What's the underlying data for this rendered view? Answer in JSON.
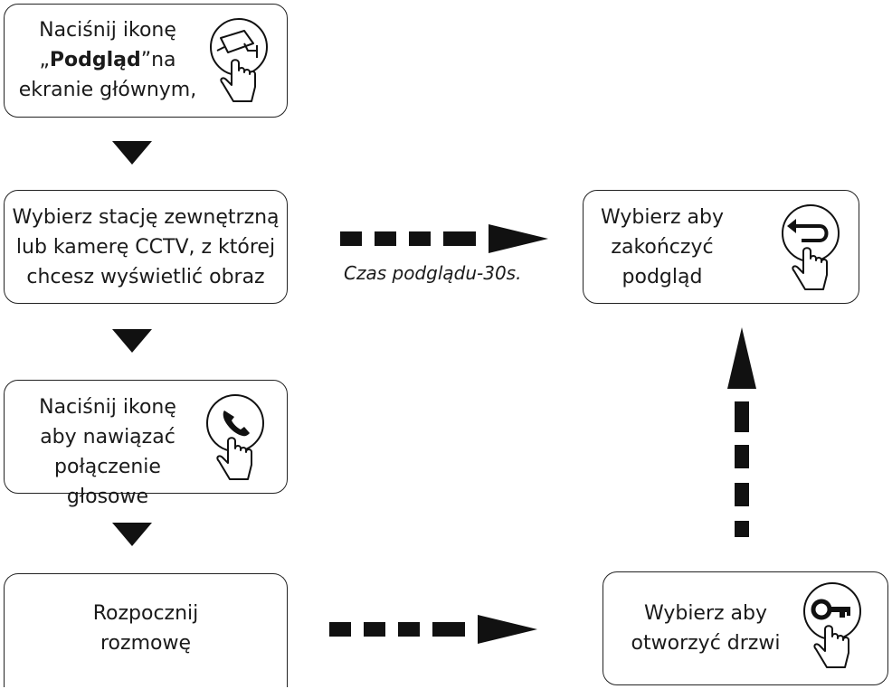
{
  "steps": {
    "step1": {
      "line1": "Naciśnij ikonę",
      "quote_open": "„",
      "bold": "Podgląd",
      "quote_close": "”na",
      "line3": "ekranie głównym,"
    },
    "step2": {
      "line1": "Wybierz stację zewnętrzną",
      "line2": "lub kamerę CCTV, z której",
      "line3": "chcesz wyświetlić obraz"
    },
    "step3": {
      "line1": "Naciśnij ikonę",
      "line2": "aby nawiązać",
      "line3": "połączenie głosowe"
    },
    "step4": {
      "line1": "Rozpocznij",
      "line2": "rozmowę"
    },
    "end_preview": {
      "line1": "Wybierz aby",
      "line2": "zakończyć",
      "line3": "podgląd"
    },
    "open_door": {
      "line1": "Wybierz aby",
      "line2": "otworzyć drzwi"
    }
  },
  "caption": "Czas podglądu-30s.",
  "icons": {
    "step1": "cctv-camera-touch-icon",
    "step3": "phone-touch-icon",
    "end_preview": "return-arrow-touch-icon",
    "open_door": "key-touch-icon"
  },
  "colors": {
    "ink": "#111111",
    "background": "#ffffff"
  }
}
